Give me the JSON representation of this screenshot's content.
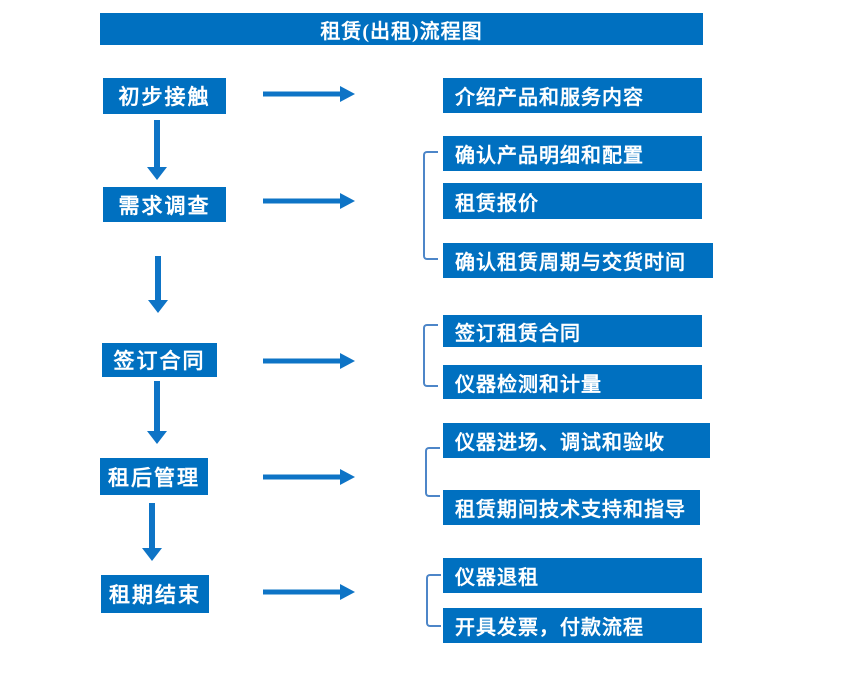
{
  "title": "租赁(出租)流程图",
  "colors": {
    "box_blue": "#0070C0",
    "arrow_blue": "#0e74c6",
    "bracket_blue": "#4d86c8",
    "text_white": "#ffffff"
  },
  "flow": {
    "steps": [
      {
        "label": "初步接触",
        "details": [
          "介绍产品和服务内容"
        ]
      },
      {
        "label": "需求调查",
        "details": [
          "确认产品明细和配置",
          "租赁报价",
          "确认租赁周期与交货时间"
        ]
      },
      {
        "label": "签订合同",
        "details": [
          "签订租赁合同",
          "仪器检测和计量"
        ]
      },
      {
        "label": "租后管理",
        "details": [
          "仪器进场、调试和验收",
          "租赁期间技术支持和指导"
        ]
      },
      {
        "label": "租期结束",
        "details": [
          "仪器退租",
          "开具发票，付款流程"
        ]
      }
    ]
  }
}
